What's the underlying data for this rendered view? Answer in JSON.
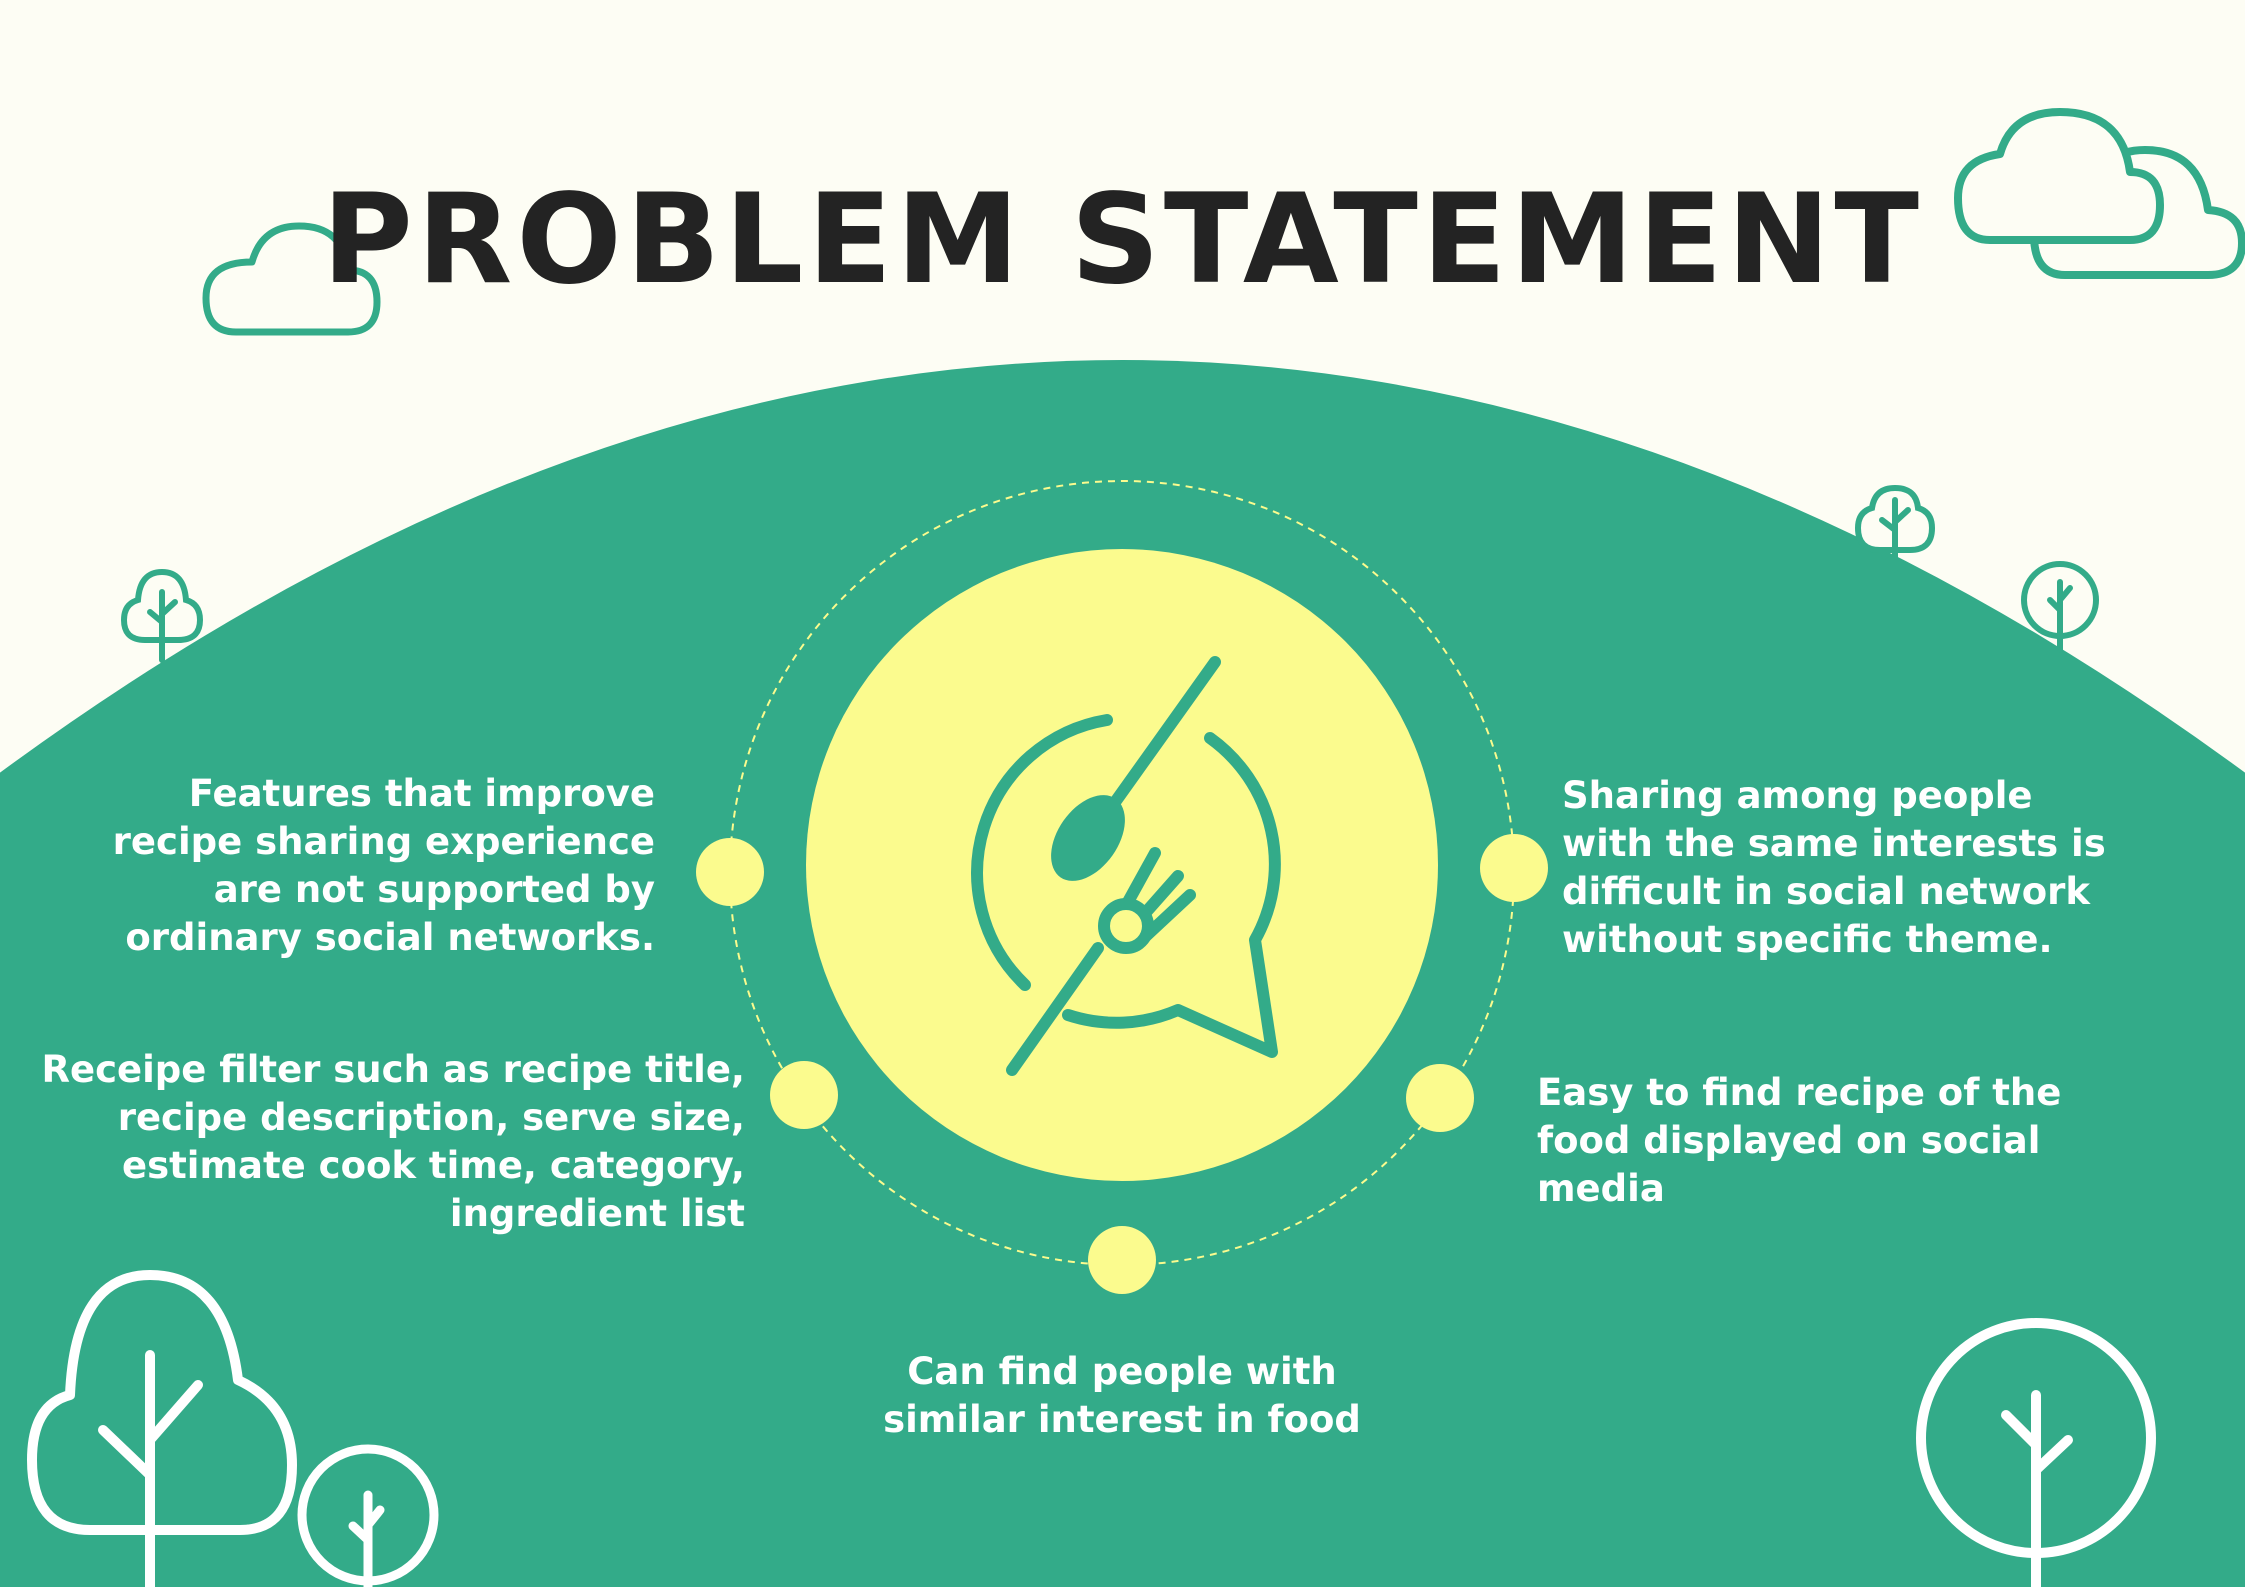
{
  "title": "PROBLEM STATEMENT",
  "colors": {
    "background": "#fdfdf4",
    "hill": "#33ab89",
    "accent": "#fbfb8e",
    "title": "#232323",
    "text": "#ffffff",
    "outline": "#33ab89"
  },
  "icons": {
    "center": "no-spoon-fork-chat-icon",
    "decor": [
      "cloud-icon",
      "tree-icon"
    ]
  },
  "points": {
    "top_left": {
      "lines": [
        "Features that improve",
        "recipe sharing experience",
        "are not supported by",
        "ordinary social networks."
      ]
    },
    "bottom_left": {
      "lines": [
        "Receipe filter such as recipe title,",
        "recipe description, serve size,",
        "estimate cook time, category,",
        "ingredient list "
      ]
    },
    "top_right": {
      "lines": [
        "Sharing among people",
        "with the same interests is",
        "difficult in social network",
        "without specific theme."
      ]
    },
    "bottom_right": {
      "lines": [
        "Easy to find recipe of the",
        "food displayed on social",
        "media"
      ]
    },
    "bottom_center": {
      "lines": [
        "Can find people with",
        "similar interest in food"
      ]
    }
  }
}
